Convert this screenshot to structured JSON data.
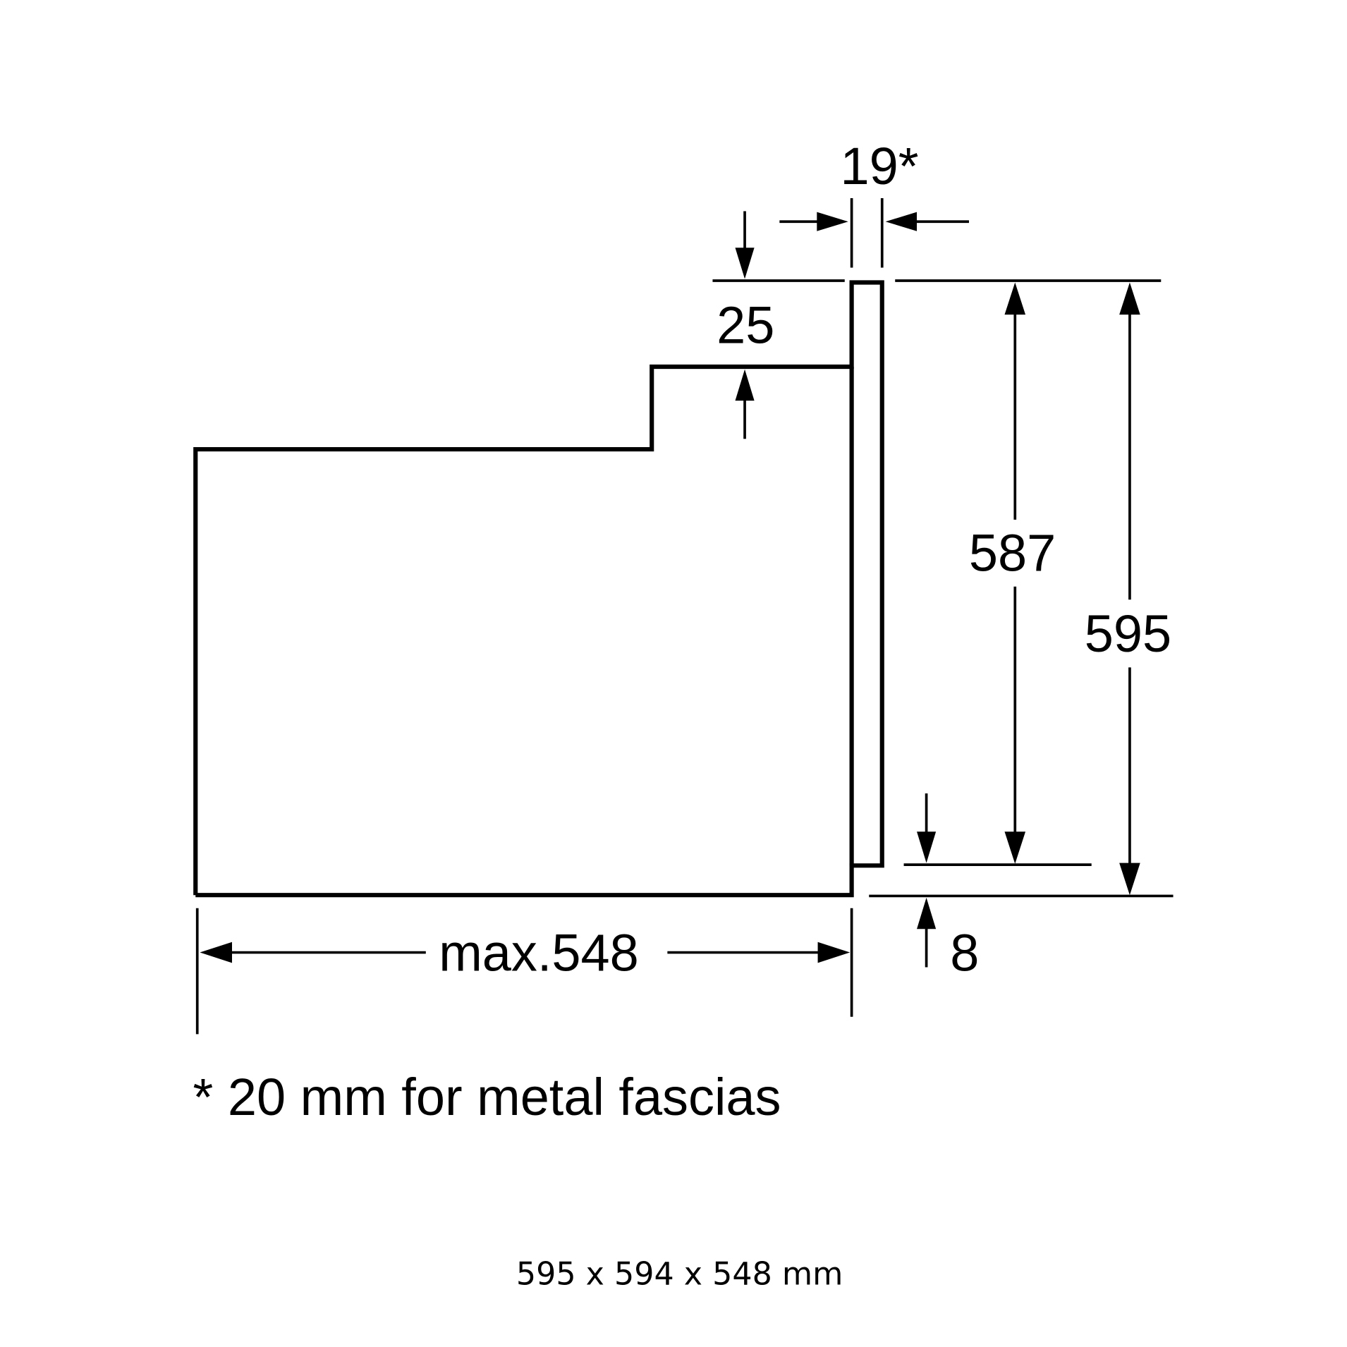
{
  "dimensions": {
    "fascia_thickness": "19*",
    "top_step": "25",
    "door_height": "587",
    "total_height": "595",
    "bottom_gap": "8",
    "depth": "max.548"
  },
  "footnote": "* 20 mm for metal fascias",
  "caption": "595 x 594 x 548 mm",
  "colors": {
    "line": "#000000",
    "background": "#ffffff"
  }
}
